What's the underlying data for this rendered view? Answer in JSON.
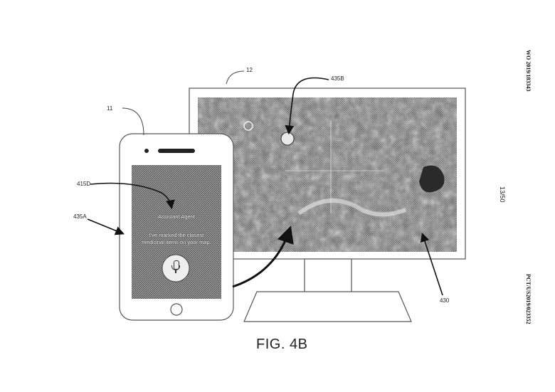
{
  "header": {
    "publication_number": "WO 2019/183343",
    "application_number": "PCT/US2019/023352",
    "sheet_number": "13/50"
  },
  "figure": {
    "caption": "FIG. 4B"
  },
  "reference_numerals": {
    "computer": "12",
    "phone": "11",
    "map_marker": "435B",
    "phone_screen": "435A",
    "assistant_text": "415D",
    "map": "430"
  },
  "phone_screen": {
    "title": "Assistant Agent",
    "message_line1": "I've marked the closest",
    "message_line2": "medicinal items on your map.",
    "mic_icon": "microphone-icon"
  },
  "colors": {
    "line": "#444444",
    "screen_gray": "#6e6e6e"
  }
}
